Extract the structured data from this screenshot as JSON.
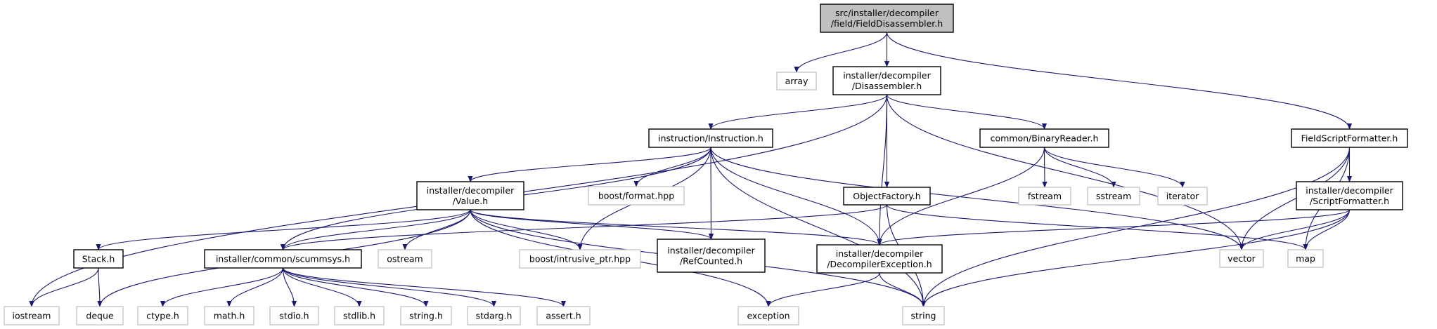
{
  "graph": {
    "colors": {
      "edge": "#191970",
      "root_fill": "#bfbfbf",
      "node_border": "#000000",
      "external_border": "#bfbfbf",
      "node_fill": "#ffffff"
    },
    "nodes": [
      {
        "id": "root",
        "lines": [
          "src/installer/decompiler",
          "/field/FieldDisassembler.h"
        ],
        "kind": "root"
      },
      {
        "id": "array",
        "lines": [
          "array"
        ],
        "kind": "external"
      },
      {
        "id": "disassembler",
        "lines": [
          "installer/decompiler",
          "/Disassembler.h"
        ],
        "kind": "header"
      },
      {
        "id": "fieldscriptformatter",
        "lines": [
          "FieldScriptFormatter.h"
        ],
        "kind": "header"
      },
      {
        "id": "instruction",
        "lines": [
          "instruction/Instruction.h"
        ],
        "kind": "header"
      },
      {
        "id": "binaryreader",
        "lines": [
          "common/BinaryReader.h"
        ],
        "kind": "header"
      },
      {
        "id": "value",
        "lines": [
          "installer/decompiler",
          "/Value.h"
        ],
        "kind": "header"
      },
      {
        "id": "boost_format",
        "lines": [
          "boost/format.hpp"
        ],
        "kind": "external"
      },
      {
        "id": "objectfactory",
        "lines": [
          "ObjectFactory.h"
        ],
        "kind": "header"
      },
      {
        "id": "fstream",
        "lines": [
          "fstream"
        ],
        "kind": "external"
      },
      {
        "id": "sstream",
        "lines": [
          "sstream"
        ],
        "kind": "external"
      },
      {
        "id": "iterator",
        "lines": [
          "iterator"
        ],
        "kind": "external"
      },
      {
        "id": "scriptformatter",
        "lines": [
          "installer/decompiler",
          "/ScriptFormatter.h"
        ],
        "kind": "header"
      },
      {
        "id": "stack",
        "lines": [
          "Stack.h"
        ],
        "kind": "header"
      },
      {
        "id": "scummsys",
        "lines": [
          "installer/common/scummsys.h"
        ],
        "kind": "header"
      },
      {
        "id": "ostream",
        "lines": [
          "ostream"
        ],
        "kind": "external"
      },
      {
        "id": "intrusive_ptr",
        "lines": [
          "boost/intrusive_ptr.hpp"
        ],
        "kind": "external"
      },
      {
        "id": "refcounted",
        "lines": [
          "installer/decompiler",
          "/RefCounted.h"
        ],
        "kind": "header"
      },
      {
        "id": "decompilerexception",
        "lines": [
          "installer/decompiler",
          "/DecompilerException.h"
        ],
        "kind": "header"
      },
      {
        "id": "vector",
        "lines": [
          "vector"
        ],
        "kind": "external"
      },
      {
        "id": "map",
        "lines": [
          "map"
        ],
        "kind": "external"
      },
      {
        "id": "iostream",
        "lines": [
          "iostream"
        ],
        "kind": "external"
      },
      {
        "id": "deque",
        "lines": [
          "deque"
        ],
        "kind": "external"
      },
      {
        "id": "ctype",
        "lines": [
          "ctype.h"
        ],
        "kind": "external"
      },
      {
        "id": "math",
        "lines": [
          "math.h"
        ],
        "kind": "external"
      },
      {
        "id": "stdio",
        "lines": [
          "stdio.h"
        ],
        "kind": "external"
      },
      {
        "id": "stdlib",
        "lines": [
          "stdlib.h"
        ],
        "kind": "external"
      },
      {
        "id": "string_h",
        "lines": [
          "string.h"
        ],
        "kind": "external"
      },
      {
        "id": "stdarg",
        "lines": [
          "stdarg.h"
        ],
        "kind": "external"
      },
      {
        "id": "assert",
        "lines": [
          "assert.h"
        ],
        "kind": "external"
      },
      {
        "id": "exception",
        "lines": [
          "exception"
        ],
        "kind": "external"
      },
      {
        "id": "string",
        "lines": [
          "string"
        ],
        "kind": "external"
      }
    ],
    "edges": [
      [
        "root",
        "array"
      ],
      [
        "root",
        "disassembler"
      ],
      [
        "root",
        "fieldscriptformatter"
      ],
      [
        "disassembler",
        "iostream"
      ],
      [
        "disassembler",
        "instruction"
      ],
      [
        "disassembler",
        "decompilerexception"
      ],
      [
        "disassembler",
        "objectfactory"
      ],
      [
        "disassembler",
        "binaryreader"
      ],
      [
        "disassembler",
        "vector"
      ],
      [
        "instruction",
        "value"
      ],
      [
        "instruction",
        "scummsys"
      ],
      [
        "instruction",
        "intrusive_ptr"
      ],
      [
        "instruction",
        "boost_format"
      ],
      [
        "instruction",
        "refcounted"
      ],
      [
        "instruction",
        "string"
      ],
      [
        "instruction",
        "decompilerexception"
      ],
      [
        "instruction",
        "vector"
      ],
      [
        "binaryreader",
        "fstream"
      ],
      [
        "binaryreader",
        "sstream"
      ],
      [
        "binaryreader",
        "iterator"
      ],
      [
        "binaryreader",
        "decompilerexception"
      ],
      [
        "fieldscriptformatter",
        "vector"
      ],
      [
        "fieldscriptformatter",
        "scriptformatter"
      ],
      [
        "fieldscriptformatter",
        "map"
      ],
      [
        "fieldscriptformatter",
        "string"
      ],
      [
        "scriptformatter",
        "decompilerexception"
      ],
      [
        "scriptformatter",
        "vector"
      ],
      [
        "scriptformatter",
        "map"
      ],
      [
        "scriptformatter",
        "string"
      ],
      [
        "objectfactory",
        "scummsys"
      ],
      [
        "objectfactory",
        "map"
      ],
      [
        "objectfactory",
        "string"
      ],
      [
        "value",
        "stack"
      ],
      [
        "value",
        "deque"
      ],
      [
        "value",
        "scummsys"
      ],
      [
        "value",
        "ostream"
      ],
      [
        "value",
        "intrusive_ptr"
      ],
      [
        "value",
        "refcounted"
      ],
      [
        "value",
        "decompilerexception"
      ],
      [
        "value",
        "exception"
      ],
      [
        "value",
        "string"
      ],
      [
        "stack",
        "iostream"
      ],
      [
        "stack",
        "deque"
      ],
      [
        "scummsys",
        "ctype"
      ],
      [
        "scummsys",
        "math"
      ],
      [
        "scummsys",
        "stdio"
      ],
      [
        "scummsys",
        "stdlib"
      ],
      [
        "scummsys",
        "string_h"
      ],
      [
        "scummsys",
        "stdarg"
      ],
      [
        "scummsys",
        "assert"
      ],
      [
        "decompilerexception",
        "exception"
      ],
      [
        "decompilerexception",
        "string"
      ]
    ]
  }
}
